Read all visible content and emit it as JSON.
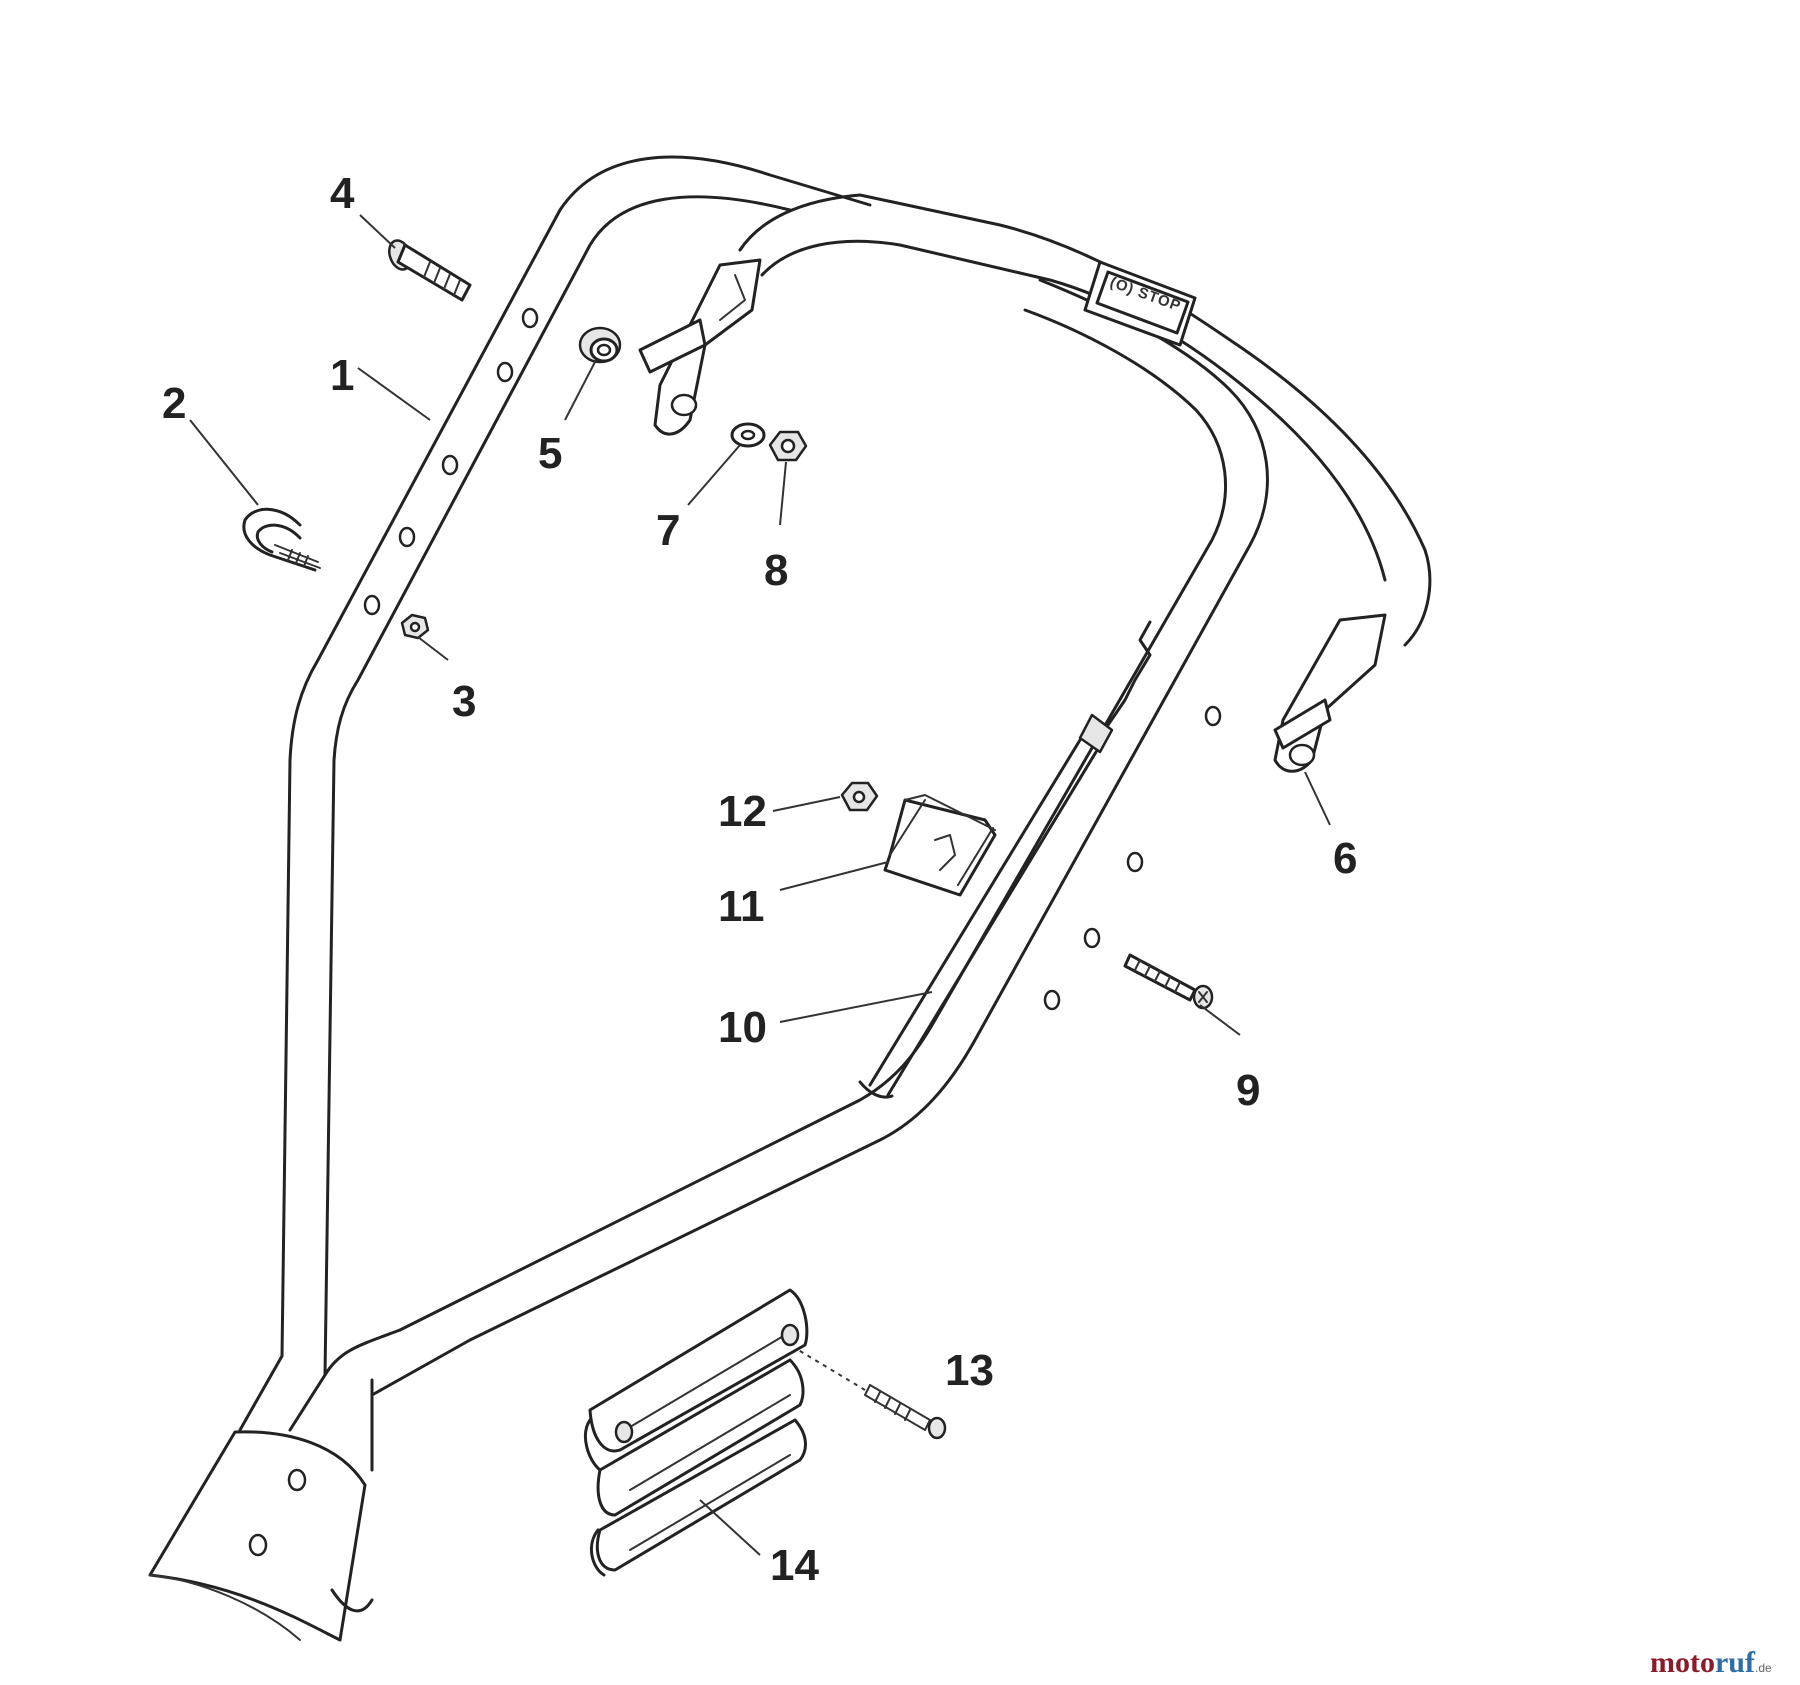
{
  "diagram": {
    "parts": [
      {
        "number": "1"
      },
      {
        "number": "2"
      },
      {
        "number": "3"
      },
      {
        "number": "4"
      },
      {
        "number": "5"
      },
      {
        "number": "6"
      },
      {
        "number": "7"
      },
      {
        "number": "8"
      },
      {
        "number": "9"
      },
      {
        "number": "10"
      },
      {
        "number": "11"
      },
      {
        "number": "12"
      },
      {
        "number": "13"
      },
      {
        "number": "14"
      }
    ],
    "handle_stamp": "(O) STOP",
    "watermark": {
      "main_a": "moto",
      "main_b": "ruf",
      "suffix": ".de",
      "color_a": "#8a1c2a",
      "color_b": "#2e6ea6"
    }
  }
}
